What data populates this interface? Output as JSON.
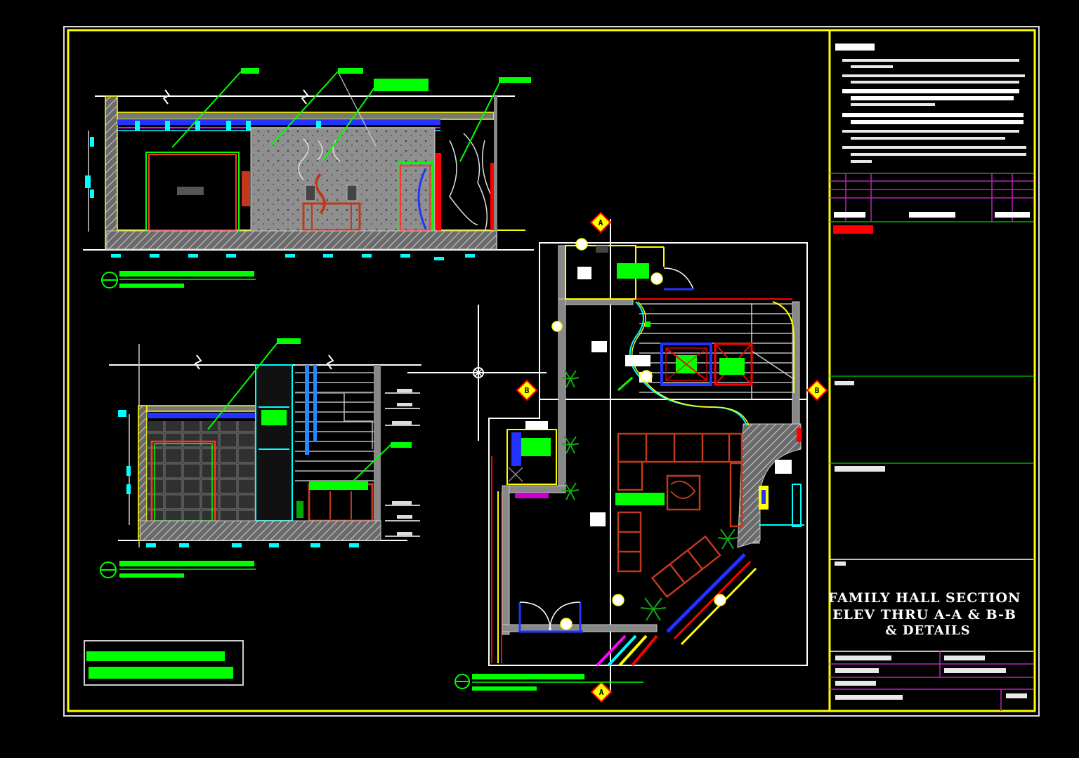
{
  "title_block": {
    "title_line1": "FAMILY HALL SECTION",
    "title_line2": "ELEV THRU A-A & B-B",
    "title_line3": "& DETAILS"
  },
  "section_marks": {
    "a": "A",
    "b": "B"
  },
  "colors": {
    "background": "#000000",
    "border": "#ffff00",
    "label": "#00ff00",
    "wall": "#9a9a9a",
    "furniture": "#c0391b",
    "accent_cyan": "#00ffff",
    "accent_blue": "#0000ff",
    "accent_red": "#ff0000",
    "accent_magenta": "#ff00ff"
  }
}
